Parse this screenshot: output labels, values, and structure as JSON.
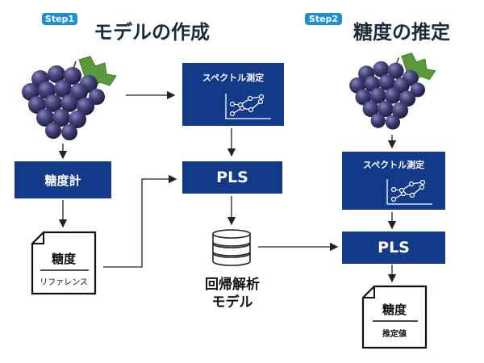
{
  "step1": {
    "badge": "Step1",
    "title": "モデルの作成"
  },
  "step2": {
    "badge": "Step2",
    "title": "糖度の推定"
  },
  "nodes": {
    "sugar_meter": "糖度計",
    "doc1_title": "糖度",
    "doc1_sub": "リファレンス",
    "spec1_label": "スペクトル測定",
    "pls1": "PLS",
    "model_line1": "回帰解析",
    "model_line2": "モデル",
    "spec2_label": "スペクトル測定",
    "pls2": "PLS",
    "doc2_title": "糖度",
    "doc2_sub": "推定値"
  },
  "colors": {
    "badge": "#1e8fd0",
    "box": "#123a89",
    "grape": "#3e3a6e",
    "leaf": "#5a9a3a"
  },
  "icons": [
    "grape-image",
    "spectrum-chart-icon",
    "database-icon",
    "document-icon"
  ]
}
